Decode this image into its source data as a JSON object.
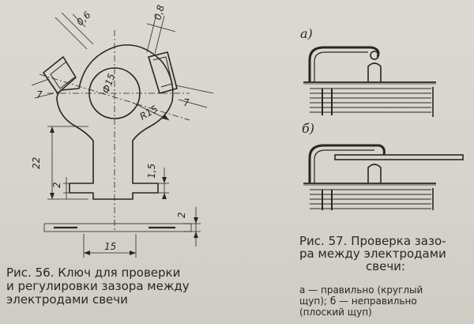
{
  "figure56": {
    "dims": {
      "d1": "0,6",
      "d2": "0,8",
      "d3": "7",
      "d4": "7",
      "d5": "Ф15",
      "d6": "R15",
      "d7": "22",
      "d8": "2",
      "d9": "1,5",
      "d10": "2",
      "d11": "15"
    },
    "caption": {
      "line1": "Рис. 56. Ключ для проверки",
      "line2": "и регулировки зазора между",
      "line3": "электродами свечи"
    }
  },
  "figure57": {
    "panel_a": "а)",
    "panel_b": "б)",
    "caption": {
      "line1_left": "Рис. 57.",
      "line1_right": "Проверка зазо-",
      "line2_left": "ра",
      "line2_mid": "между",
      "line2_right": "электродами",
      "line3": "свечи:"
    },
    "legend": {
      "l1_left": "а — правильно",
      "l1_right": "(круглый",
      "l2_left": "щуп);",
      "l2_right": "б — неправильно",
      "l3": "(плоский щуп)"
    }
  }
}
